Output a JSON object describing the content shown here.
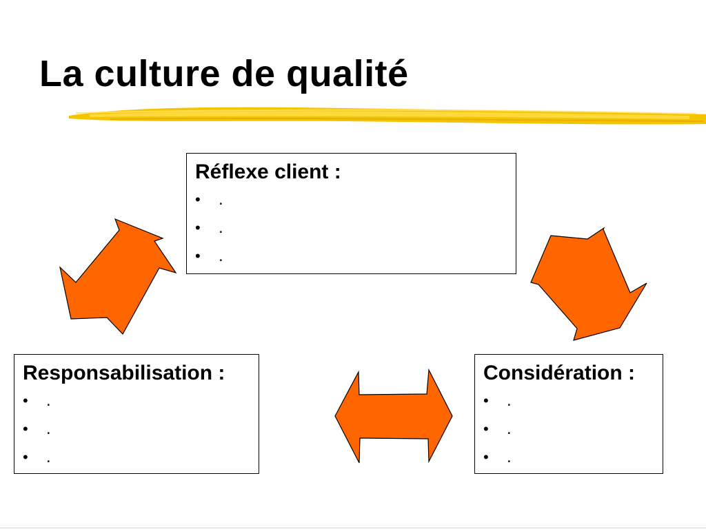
{
  "slide": {
    "title": "La culture de qualité"
  },
  "boxes": {
    "top": {
      "heading": "Réflexe client :",
      "items": [
        ".",
        ".",
        "."
      ]
    },
    "left": {
      "heading": "Responsabilisation :",
      "items": [
        ".",
        ".",
        "."
      ]
    },
    "right": {
      "heading": "Considération :",
      "items": [
        ".",
        ".",
        "."
      ]
    }
  },
  "colors": {
    "arrow_fill": "#ff6600",
    "arrow_stroke": "#000000",
    "underline": "#f5c400"
  },
  "icons": {
    "bullet": "•"
  }
}
